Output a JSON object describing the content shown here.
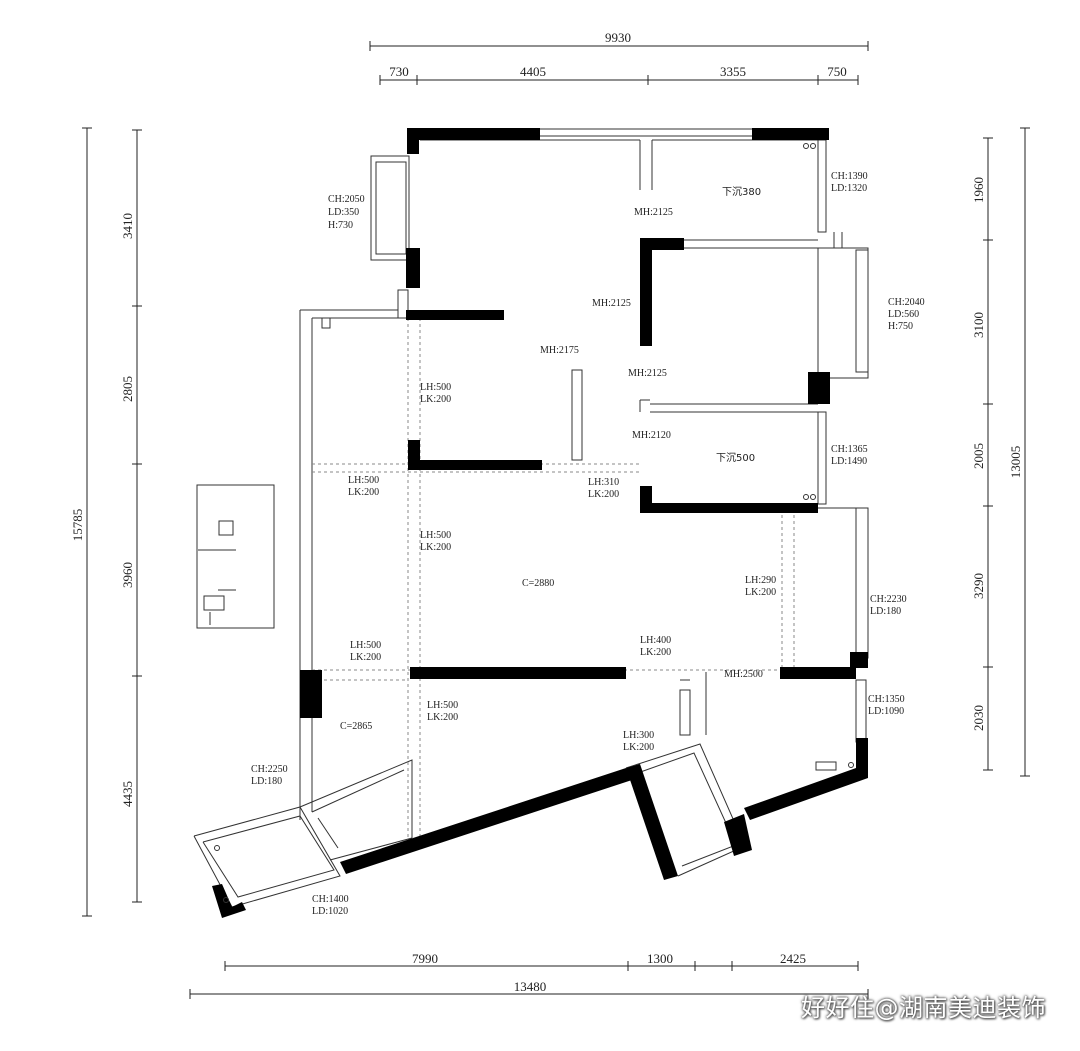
{
  "dimensions": {
    "top_total": "9930",
    "top_segments": [
      "730",
      "4405",
      "3355",
      "750"
    ],
    "left_total": "15785",
    "left_segments": [
      "3410",
      "2805",
      "3960",
      "4435"
    ],
    "right_total": "13005",
    "right_segments": [
      "1960",
      "3100",
      "2005",
      "3290",
      "2030"
    ],
    "bottom_total": "13480",
    "bottom_segments": [
      "7990",
      "1300",
      "2425"
    ]
  },
  "rooms": {
    "room_top_right_note": "下沉380",
    "room_mid_right_note": "下沉500",
    "living_ceiling": "C=2880",
    "dining_ceiling": "C=2865"
  },
  "openings": {
    "win_top_left": [
      "CH:2050",
      "LD:350",
      "H:730"
    ],
    "win_top_right": [
      "CH:1390",
      "LD:1320"
    ],
    "win_right_1": [
      "CH:2040",
      "LD:560",
      "H:750"
    ],
    "win_right_2": [
      "CH:1365",
      "LD:1490"
    ],
    "win_right_3": [
      "CH:2230",
      "LD:180"
    ],
    "win_right_4": [
      "CH:1350",
      "LD:1090"
    ],
    "win_left_lower": [
      "CH:2250",
      "LD:180"
    ],
    "win_bottom": [
      "CH:1400",
      "LD:1020"
    ]
  },
  "doors": {
    "mh_1": "MH:2125",
    "mh_2": "MH:2125",
    "mh_3": "MH:2175",
    "mh_4": "MH:2125",
    "mh_5": "MH:2120",
    "mh_6": "MH:2500"
  },
  "beams": {
    "beam_a": [
      "LH:500",
      "LK:200"
    ],
    "beam_b": [
      "LH:500",
      "LK:200"
    ],
    "beam_c": [
      "LH:310",
      "LK:200"
    ],
    "beam_d": [
      "LH:500",
      "LK:200"
    ],
    "beam_e": [
      "LH:290",
      "LK:200"
    ],
    "beam_f": [
      "LH:500",
      "LK:200"
    ],
    "beam_g": [
      "LH:400",
      "LK:200"
    ],
    "beam_h": [
      "LH:500",
      "LK:200"
    ],
    "beam_i": [
      "LH:300",
      "LK:200"
    ]
  },
  "watermark": "好好住@湖南美迪装饰"
}
